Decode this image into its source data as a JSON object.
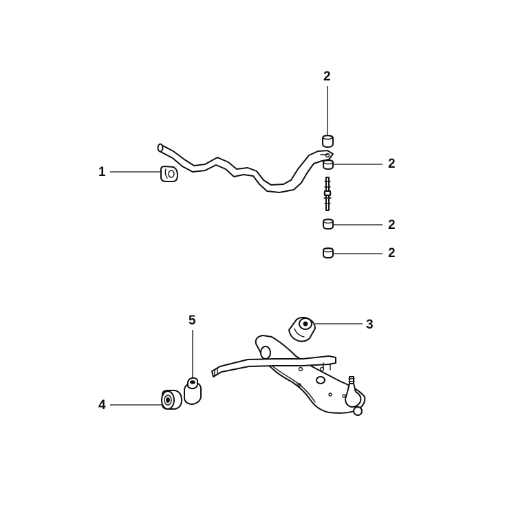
{
  "callouts": [
    {
      "id": "c1",
      "text": "1"
    },
    {
      "id": "c2a",
      "text": "2"
    },
    {
      "id": "c2b",
      "text": "2"
    },
    {
      "id": "c2c",
      "text": "2"
    },
    {
      "id": "c2d",
      "text": "2"
    },
    {
      "id": "c3",
      "text": "3"
    },
    {
      "id": "c4",
      "text": "4"
    },
    {
      "id": "c5",
      "text": "5"
    }
  ]
}
